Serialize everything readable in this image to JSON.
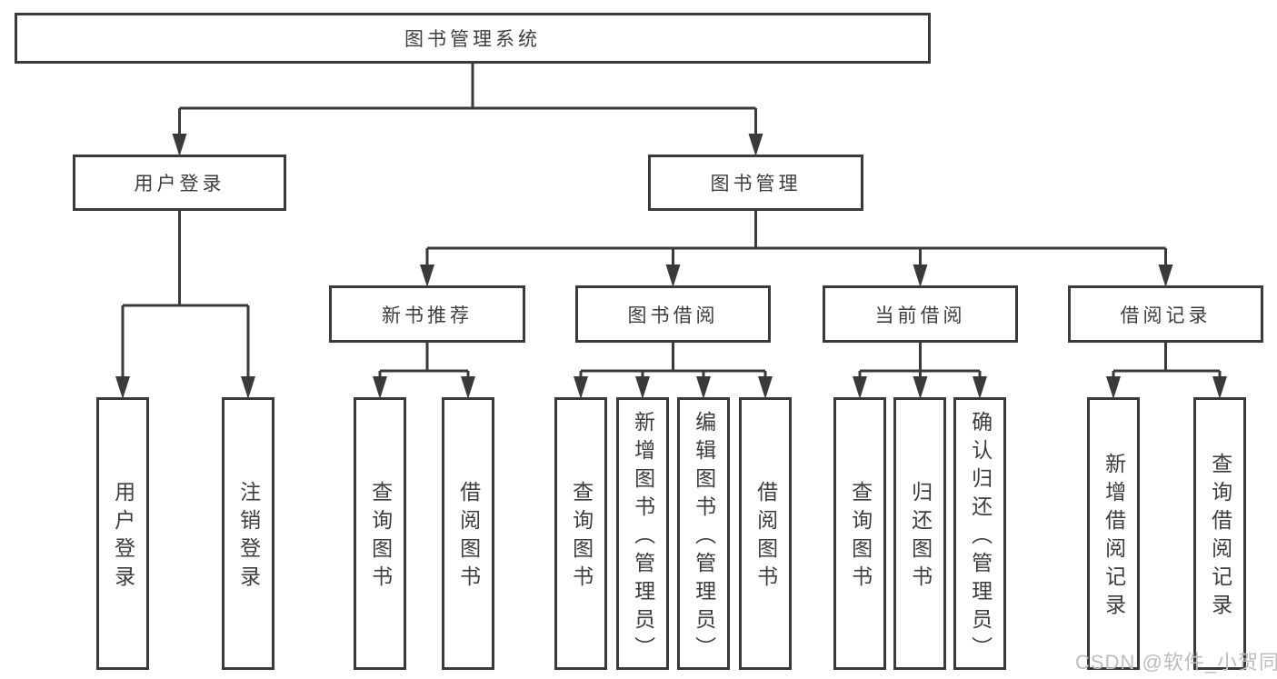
{
  "colors": {
    "line": "#3a3a3a",
    "box_border": "#3a3a3a",
    "box_fill": "#ffffff",
    "text": "#3d3d3d",
    "watermark": "#bdbdbd"
  },
  "watermark": {
    "text": "CSDN @软件_小贺同学"
  },
  "diagram": {
    "type": "hierarchy-tree",
    "root": {
      "label": "图书管理系统"
    },
    "branches": [
      {
        "label": "用户登录",
        "children": [
          {
            "label": "用户登录"
          },
          {
            "label": "注销登录"
          }
        ]
      },
      {
        "label": "图书管理",
        "children": [
          {
            "label": "新书推荐",
            "children": [
              {
                "label": "查询图书"
              },
              {
                "label": "借阅图书"
              }
            ]
          },
          {
            "label": "图书借阅",
            "children": [
              {
                "label": "查询图书"
              },
              {
                "label": "新增图书（管理员）"
              },
              {
                "label": "编辑图书（管理员）"
              },
              {
                "label": "借阅图书"
              }
            ]
          },
          {
            "label": "当前借阅",
            "children": [
              {
                "label": "查询图书"
              },
              {
                "label": "归还图书"
              },
              {
                "label": "确认归还（管理员）"
              }
            ]
          },
          {
            "label": "借阅记录",
            "children": [
              {
                "label": "新增借阅记录"
              },
              {
                "label": "查询借阅记录"
              }
            ]
          }
        ]
      }
    ]
  }
}
